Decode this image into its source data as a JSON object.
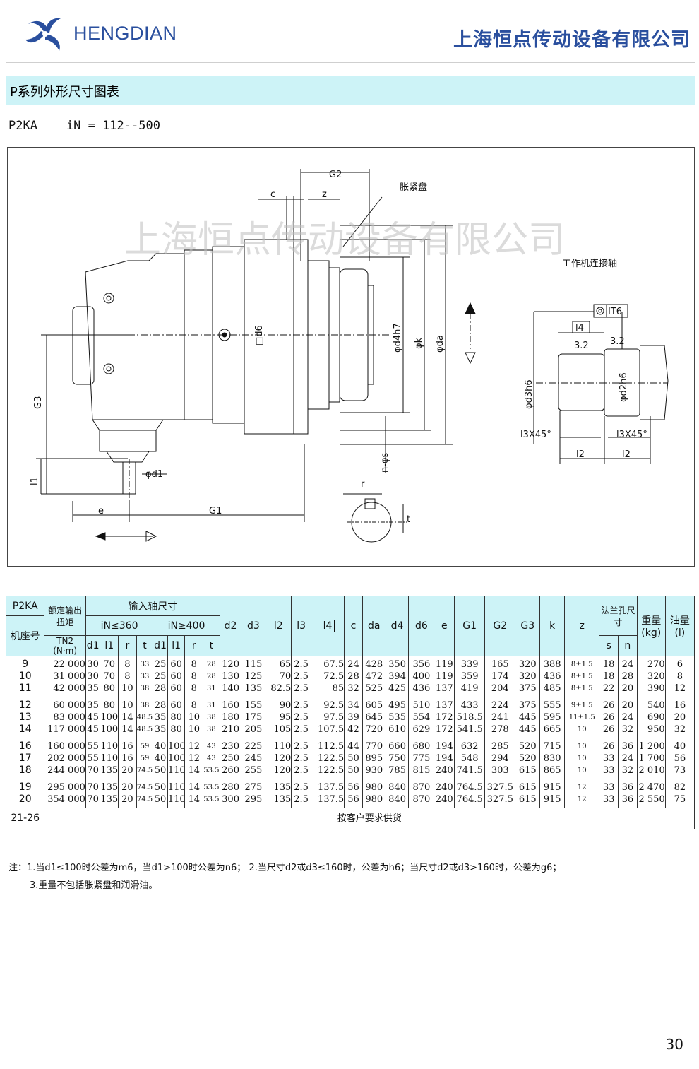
{
  "header": {
    "brand": "HENGDIAN",
    "company": "上海恒点传动设备有限公司"
  },
  "section": {
    "title": "P系列外形尺寸图表",
    "model_line": "P2KA    iN = 112--500"
  },
  "drawing": {
    "watermark": "上海恒点传动设备有限公司",
    "labels": {
      "g2": "G2",
      "c": "c",
      "z": "z",
      "shrink_disc": "胀紧盘",
      "d6": "□d6",
      "d4": "φd4h7",
      "k": "φk",
      "da": "φda",
      "g3": "G3",
      "l1": "l1",
      "d1": "φd1",
      "e": "e",
      "g1": "G1",
      "ns": "n-φs",
      "r": "r",
      "t": "t",
      "work_shaft": "工作机连接轴",
      "it6": "IT6",
      "l4": "l4",
      "r32a": "3.2",
      "r32b": "3.2",
      "d3": "φd3h6",
      "d2": "φd2h6",
      "l3x45a": "l3X45°",
      "l3x45b": "l3X45°",
      "l2a": "l2",
      "l2b": "l2"
    }
  },
  "table": {
    "headers": {
      "model": "P2KA",
      "frame": "机座号",
      "torque": "额定输出扭矩",
      "torque_sym": "TN2",
      "torque_unit": "(N·m)",
      "input_shaft": "输入轴尺寸",
      "range1": "iN≤360",
      "range2": "iN≥400",
      "sub": [
        "d1",
        "l1",
        "r",
        "t",
        "d1",
        "l1",
        "r",
        "t"
      ],
      "cols": [
        "d2",
        "d3",
        "l2",
        "l3",
        "l4",
        "c",
        "da",
        "d4",
        "d6",
        "e",
        "G1",
        "G2",
        "G3",
        "k",
        "z"
      ],
      "flange": "法兰孔尺寸",
      "s": "s",
      "n": "n",
      "weight": "重量",
      "weight_unit": "(kg)",
      "oil": "油量",
      "oil_unit": "(l)"
    },
    "groups": [
      {
        "size": [
          "9",
          "10",
          "11"
        ],
        "t": [
          "22 000",
          "31 000",
          "42 000"
        ],
        "a_d1": [
          "30",
          "30",
          "35"
        ],
        "a_l1": [
          "70",
          "70",
          "80"
        ],
        "a_r": [
          "8",
          "8",
          "10"
        ],
        "a_t": [
          "33",
          "33",
          "38"
        ],
        "b_d1": [
          "25",
          "25",
          "28"
        ],
        "b_l1": [
          "60",
          "60",
          "60"
        ],
        "b_r": [
          "8",
          "8",
          "8"
        ],
        "b_t": [
          "28",
          "28",
          "31"
        ],
        "d2": [
          "120",
          "130",
          "140"
        ],
        "d3": [
          "115",
          "125",
          "135"
        ],
        "l2": [
          "65",
          "70",
          "82.5"
        ],
        "l3": [
          "2.5",
          "2.5",
          "2.5"
        ],
        "l4": [
          "67.5",
          "72.5",
          "85"
        ],
        "c": [
          "24",
          "28",
          "32"
        ],
        "da": [
          "428",
          "472",
          "525"
        ],
        "d4": [
          "350",
          "394",
          "425"
        ],
        "d6": [
          "356",
          "400",
          "436"
        ],
        "e": [
          "119",
          "119",
          "137"
        ],
        "g1": [
          "339",
          "359",
          "419"
        ],
        "g2": [
          "165",
          "174",
          "204"
        ],
        "g3": [
          "320",
          "320",
          "375"
        ],
        "k": [
          "388",
          "436",
          "485"
        ],
        "z": [
          "8±1.5",
          "8±1.5",
          "8±1.5"
        ],
        "s": [
          "18",
          "18",
          "22"
        ],
        "n": [
          "24",
          "28",
          "20"
        ],
        "w": [
          "270",
          "320",
          "390"
        ],
        "oil": [
          "6",
          "8",
          "12"
        ]
      },
      {
        "size": [
          "12",
          "13",
          "14"
        ],
        "t": [
          "60 000",
          "83 000",
          "117 000"
        ],
        "a_d1": [
          "35",
          "45",
          "45"
        ],
        "a_l1": [
          "80",
          "100",
          "100"
        ],
        "a_r": [
          "10",
          "14",
          "14"
        ],
        "a_t": [
          "38",
          "48.5",
          "48.5"
        ],
        "b_d1": [
          "28",
          "35",
          "35"
        ],
        "b_l1": [
          "60",
          "80",
          "80"
        ],
        "b_r": [
          "8",
          "10",
          "10"
        ],
        "b_t": [
          "31",
          "38",
          "38"
        ],
        "d2": [
          "160",
          "180",
          "210"
        ],
        "d3": [
          "155",
          "175",
          "205"
        ],
        "l2": [
          "90",
          "95",
          "105"
        ],
        "l3": [
          "2.5",
          "2.5",
          "2.5"
        ],
        "l4": [
          "92.5",
          "97.5",
          "107.5"
        ],
        "c": [
          "34",
          "39",
          "42"
        ],
        "da": [
          "605",
          "645",
          "720"
        ],
        "d4": [
          "495",
          "535",
          "610"
        ],
        "d6": [
          "510",
          "554",
          "629"
        ],
        "e": [
          "137",
          "172",
          "172"
        ],
        "g1": [
          "433",
          "518.5",
          "541.5"
        ],
        "g2": [
          "224",
          "241",
          "278"
        ],
        "g3": [
          "375",
          "445",
          "445"
        ],
        "k": [
          "555",
          "595",
          "665"
        ],
        "z": [
          "9±1.5",
          "11±1.5",
          "10"
        ],
        "s": [
          "26",
          "26",
          "26"
        ],
        "n": [
          "20",
          "24",
          "32"
        ],
        "w": [
          "540",
          "690",
          "950"
        ],
        "oil": [
          "16",
          "20",
          "32"
        ]
      },
      {
        "size": [
          "16",
          "17",
          "18"
        ],
        "t": [
          "160 000",
          "202 000",
          "244 000"
        ],
        "a_d1": [
          "55",
          "55",
          "70"
        ],
        "a_l1": [
          "110",
          "110",
          "135"
        ],
        "a_r": [
          "16",
          "16",
          "20"
        ],
        "a_t": [
          "59",
          "59",
          "74.5"
        ],
        "b_d1": [
          "40",
          "40",
          "50"
        ],
        "b_l1": [
          "100",
          "100",
          "110"
        ],
        "b_r": [
          "12",
          "12",
          "14"
        ],
        "b_t": [
          "43",
          "43",
          "53.5"
        ],
        "d2": [
          "230",
          "250",
          "260"
        ],
        "d3": [
          "225",
          "245",
          "255"
        ],
        "l2": [
          "110",
          "120",
          "120"
        ],
        "l3": [
          "2.5",
          "2.5",
          "2.5"
        ],
        "l4": [
          "112.5",
          "122.5",
          "122.5"
        ],
        "c": [
          "44",
          "50",
          "50"
        ],
        "da": [
          "770",
          "895",
          "930"
        ],
        "d4": [
          "660",
          "750",
          "785"
        ],
        "d6": [
          "680",
          "775",
          "815"
        ],
        "e": [
          "194",
          "194",
          "240"
        ],
        "g1": [
          "632",
          "548",
          "741.5"
        ],
        "g2": [
          "285",
          "294",
          "303"
        ],
        "g3": [
          "520",
          "520",
          "615"
        ],
        "k": [
          "715",
          "830",
          "865"
        ],
        "z": [
          "10",
          "10",
          "10"
        ],
        "s": [
          "26",
          "33",
          "33"
        ],
        "n": [
          "36",
          "24",
          "32"
        ],
        "w": [
          "1 200",
          "1 700",
          "2 010"
        ],
        "oil": [
          "40",
          "56",
          "73"
        ]
      },
      {
        "size": [
          "19",
          "20"
        ],
        "t": [
          "295 000",
          "354 000"
        ],
        "a_d1": [
          "70",
          "70"
        ],
        "a_l1": [
          "135",
          "135"
        ],
        "a_r": [
          "20",
          "20"
        ],
        "a_t": [
          "74.5",
          "74.5"
        ],
        "b_d1": [
          "50",
          "50"
        ],
        "b_l1": [
          "110",
          "110"
        ],
        "b_r": [
          "14",
          "14"
        ],
        "b_t": [
          "53.5",
          "53.5"
        ],
        "d2": [
          "280",
          "300"
        ],
        "d3": [
          "275",
          "295"
        ],
        "l2": [
          "135",
          "135"
        ],
        "l3": [
          "2.5",
          "2.5"
        ],
        "l4": [
          "137.5",
          "137.5"
        ],
        "c": [
          "56",
          "56"
        ],
        "da": [
          "980",
          "980"
        ],
        "d4": [
          "840",
          "840"
        ],
        "d6": [
          "870",
          "870"
        ],
        "e": [
          "240",
          "240"
        ],
        "g1": [
          "764.5",
          "764.5"
        ],
        "g2": [
          "327.5",
          "327.5"
        ],
        "g3": [
          "615",
          "615"
        ],
        "k": [
          "915",
          "915"
        ],
        "z": [
          "12",
          "12"
        ],
        "s": [
          "33",
          "33"
        ],
        "n": [
          "36",
          "36"
        ],
        "w": [
          "2 470",
          "2 550"
        ],
        "oil": [
          "82",
          "75"
        ]
      }
    ],
    "footer_row": {
      "size": "21-26",
      "text": "按客户要求供货"
    }
  },
  "notes": {
    "line1": "注：1.当d1≤100时公差为m6，当d1>100时公差为n6；  2.当尺寸d2或d3≤160时，公差为h6；当尺寸d2或d3>160时，公差为g6；",
    "line2": "3.重量不包括胀紧盘和润滑油。"
  },
  "page_number": "30",
  "colors": {
    "brand_blue": "#2a4f9e",
    "header_cyan": "#cdf3f7"
  }
}
